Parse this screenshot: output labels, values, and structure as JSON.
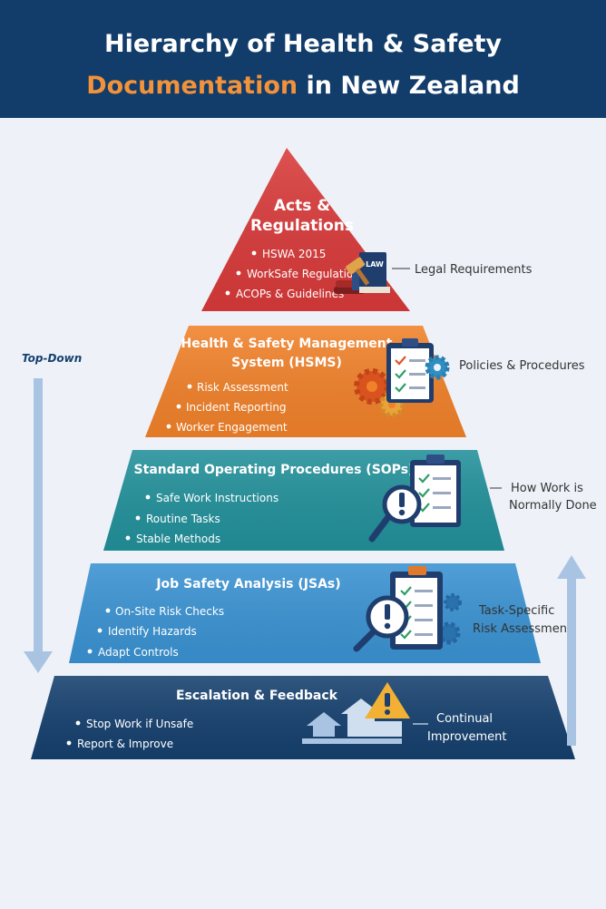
{
  "title": {
    "line1": "Hierarchy of Health & Safety",
    "line2_accent": "Documentation",
    "line2_rest": " in New Zealand"
  },
  "arrows": {
    "down_label": "Top-Down"
  },
  "levels": [
    {
      "title_lines": [
        "Acts &",
        "Regulations"
      ],
      "bullets": [
        "HSWA 2015",
        "WorkSafe Regulations",
        "ACOPs & Guidelines"
      ],
      "side_label": [
        "Legal Requirements"
      ],
      "icon_text": "LAW",
      "color": "#d83a3a"
    },
    {
      "title_lines": [
        "Health & Safety Management",
        "System (HSMS)"
      ],
      "bullets": [
        "Risk Assessment",
        "Incident Reporting",
        "Worker Engagement"
      ],
      "side_label": [
        "Policies & Procedures"
      ],
      "color": "#f0812a"
    },
    {
      "title_lines": [
        "Standard Operating Procedures (SOPs)"
      ],
      "bullets": [
        "Safe Work Instructions",
        "Routine Tasks",
        "Stable Methods"
      ],
      "side_label": [
        "How Work is",
        "Normally Done"
      ],
      "color": "#22909a"
    },
    {
      "title_lines": [
        "Job Safety Analysis (JSAs)"
      ],
      "bullets": [
        "On-Site Risk Checks",
        "Identify Hazards",
        "Adapt Controls"
      ],
      "side_label": [
        "Task-Specific",
        "Risk Assessment"
      ],
      "color": "#3a92d2"
    },
    {
      "title_lines": [
        "Escalation & Feedback"
      ],
      "bullets": [
        "Stop Work if Unsafe",
        "Report & Improve"
      ],
      "side_label": [
        "Continual",
        "Improvement"
      ],
      "color": "#15406e"
    }
  ]
}
